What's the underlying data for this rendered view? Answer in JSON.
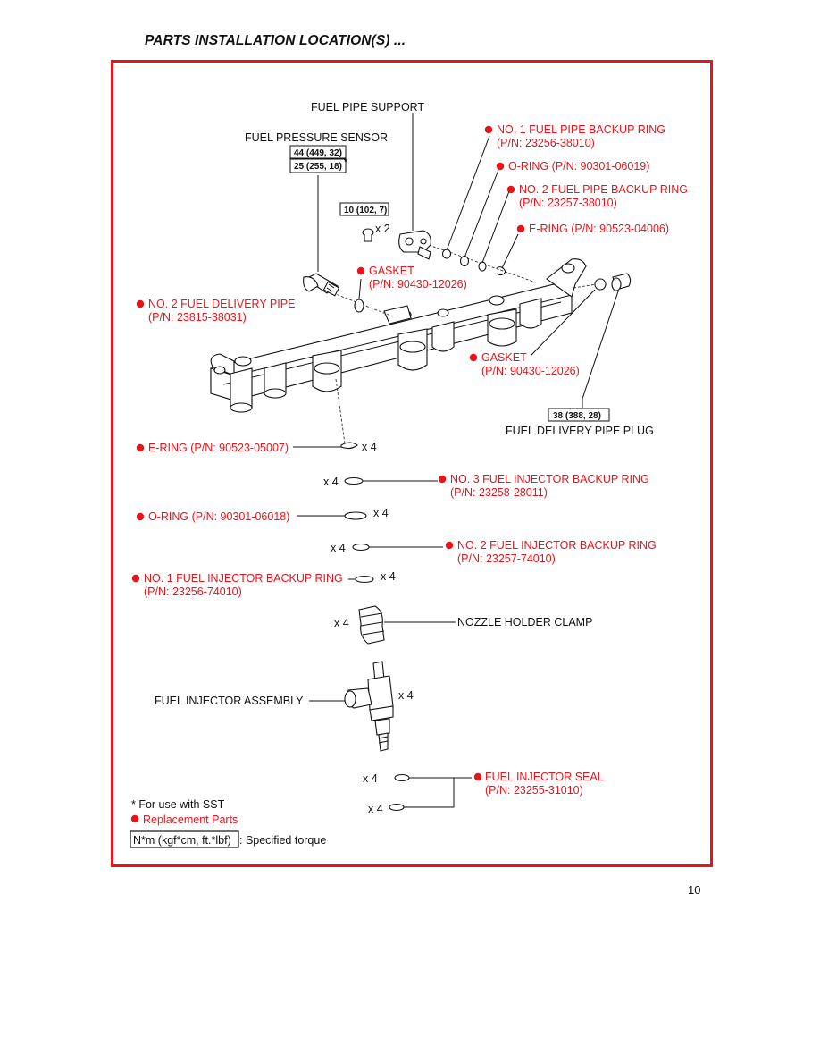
{
  "page_title": "PARTS INSTALLATION LOCATION(S) ...",
  "page_number": "10",
  "labels": {
    "fuel_pipe_support": "FUEL PIPE SUPPORT",
    "fuel_pressure_sensor": "FUEL PRESSURE SENSOR",
    "no1_fuel_pipe_backup_ring": "NO. 1 FUEL PIPE BACKUP RING",
    "no1_fuel_pipe_backup_ring_pn": "(P/N: 23256-38010)",
    "o_ring_top": "O-RING (P/N: 90301-06019)",
    "no2_fuel_pipe_backup_ring": "NO. 2 FUEL PIPE BACKUP RING",
    "no2_fuel_pipe_backup_ring_pn": "(P/N: 23257-38010)",
    "e_ring_top": "E-RING (P/N: 90523-04006)",
    "gasket_top": "GASKET",
    "gasket_top_pn": "(P/N: 90430-12026)",
    "no2_fuel_delivery_pipe": "NO. 2 FUEL DELIVERY PIPE",
    "no2_fuel_delivery_pipe_pn": "(P/N: 23815-38031)",
    "gasket_right": "GASKET",
    "gasket_right_pn": "(P/N: 90430-12026)",
    "fuel_delivery_pipe_plug": "FUEL DELIVERY PIPE PLUG",
    "e_ring_lower": "E-RING (P/N: 90523-05007)",
    "no3_injector_backup_ring": "NO. 3 FUEL INJECTOR BACKUP RING",
    "no3_injector_backup_ring_pn": "(P/N: 23258-28011)",
    "o_ring_lower": "O-RING (P/N: 90301-06018)",
    "no2_injector_backup_ring": "NO. 2 FUEL INJECTOR BACKUP RING",
    "no2_injector_backup_ring_pn": "(P/N: 23257-74010)",
    "no1_injector_backup_ring": "NO. 1 FUEL INJECTOR BACKUP RING",
    "no1_injector_backup_ring_pn": "(P/N: 23256-74010)",
    "nozzle_holder_clamp": "NOZZLE HOLDER CLAMP",
    "fuel_injector_assembly": "FUEL INJECTOR ASSEMBLY",
    "fuel_injector_seal": "FUEL INJECTOR SEAL",
    "fuel_injector_seal_pn": "(P/N: 23255-31010)"
  },
  "torques": {
    "sensor_1": "44 (449, 32)",
    "sensor_2": "25 (255, 18)",
    "sensor_2_mark": "*",
    "support_bolt": "10 (102, 7)",
    "plug": "38 (388, 28)"
  },
  "quantities": {
    "x2": "x 2",
    "x4": "x 4"
  },
  "legend": {
    "sst_note": "* For use with SST",
    "replacement_parts": "Replacement Parts",
    "torque_units": "N*m (kgf*cm, ft.*lbf)",
    "specified_torque": ": Specified torque"
  },
  "colors": {
    "frame": "#e8141b",
    "replacement_marker": "#e8141b"
  }
}
